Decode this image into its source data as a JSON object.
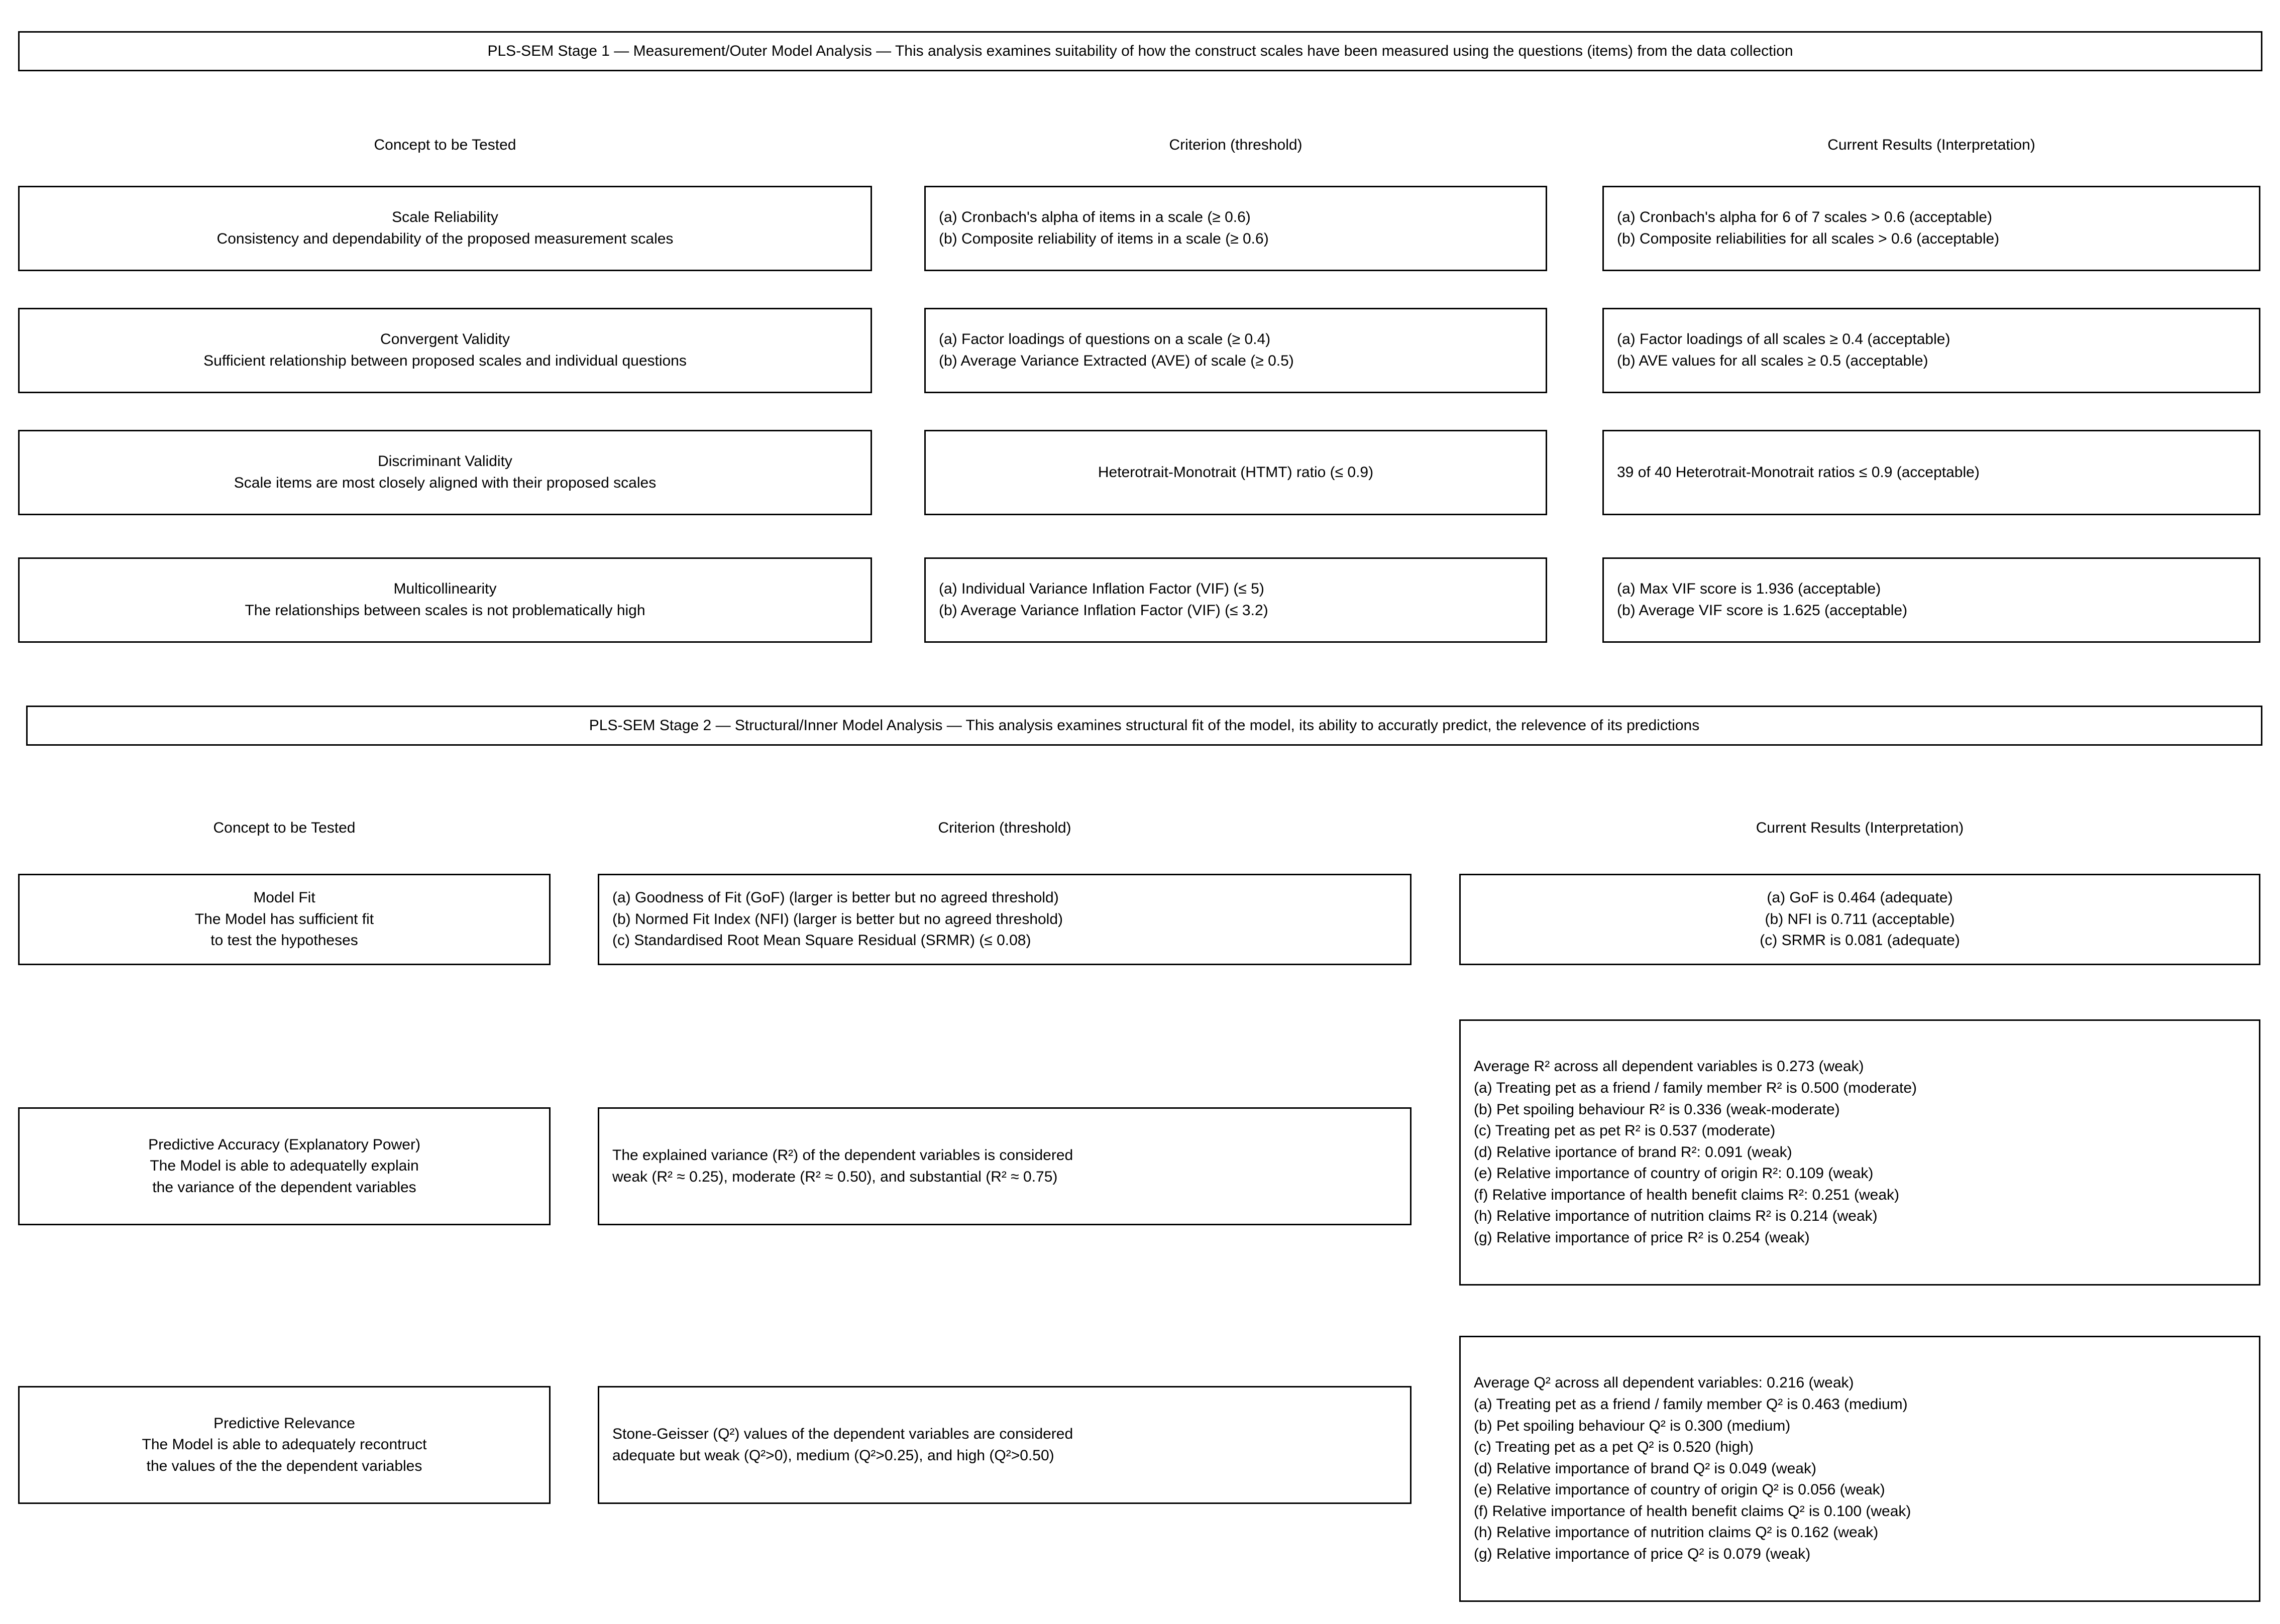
{
  "stage1": {
    "banner": "PLS-SEM Stage 1 — Measurement/Outer Model Analysis — This analysis examines suitability of how the construct scales have been measured using the questions (items) from the data collection",
    "headers": {
      "concept": "Concept to be Tested",
      "criterion": "Criterion (threshold)",
      "results": "Current Results (Interpretation)"
    },
    "rows": [
      {
        "concept": [
          "Scale Reliability",
          "Consistency and dependability of the proposed measurement scales"
        ],
        "criterion": [
          "(a) Cronbach's alpha of items in a scale (≥ 0.6)",
          "(b) Composite reliability of items in a scale (≥ 0.6)"
        ],
        "results": [
          "(a) Cronbach's alpha for 6 of 7 scales > 0.6 (acceptable)",
          "(b) Composite reliabilities for all scales > 0.6 (acceptable)"
        ]
      },
      {
        "concept": [
          "Convergent Validity",
          "Sufficient relationship between proposed scales and individual questions"
        ],
        "criterion": [
          "(a) Factor loadings of questions on a scale (≥ 0.4)",
          "(b) Average Variance Extracted (AVE) of scale (≥ 0.5)"
        ],
        "results": [
          "(a) Factor loadings of all scales ≥ 0.4 (acceptable)",
          "(b) AVE values for all scales ≥ 0.5 (acceptable)"
        ]
      },
      {
        "concept": [
          "Discriminant Validity",
          "Scale items are most closely aligned with their proposed scales"
        ],
        "criterion": [
          "Heterotrait-Monotrait (HTMT) ratio (≤ 0.9)"
        ],
        "results": [
          "39 of 40 Heterotrait-Monotrait ratios ≤ 0.9 (acceptable)"
        ]
      },
      {
        "concept": [
          "Multicollinearity",
          "The relationships between scales is not problematically high"
        ],
        "criterion": [
          "(a) Individual Variance Inflation Factor (VIF) (≤ 5)",
          "(b) Average Variance Inflation Factor (VIF) (≤ 3.2)"
        ],
        "results": [
          "(a) Max VIF score is 1.936 (acceptable)",
          "(b) Average VIF score is 1.625 (acceptable)"
        ]
      }
    ]
  },
  "stage2": {
    "banner": "PLS-SEM Stage 2 — Structural/Inner Model Analysis — This analysis examines structural fit of the model, its ability to accuratly predict, the relevence of its predictions",
    "headers": {
      "concept": "Concept to be Tested",
      "criterion": "Criterion (threshold)",
      "results": "Current Results (Interpretation)"
    },
    "rows": [
      {
        "concept": [
          "Model Fit",
          "The Model has sufficient fit",
          "to test the hypotheses"
        ],
        "criterion": [
          "(a) Goodness of Fit (GoF) (larger is better but no agreed threshold)",
          "(b) Normed Fit Index (NFI) (larger is better but no agreed threshold)",
          "(c) Standardised Root Mean Square Residual (SRMR) (≤ 0.08)"
        ],
        "results": [
          "(a) GoF is 0.464 (adequate)",
          "(b) NFI is 0.711 (acceptable)",
          "(c) SRMR is 0.081 (adequate)"
        ]
      },
      {
        "concept": [
          "Predictive Accuracy (Explanatory Power)",
          "The Model is able to adequatelly explain",
          "the variance of the dependent variables"
        ],
        "criterion": [
          "The explained variance (R²) of the dependent variables is considered",
          "weak (R² ≈ 0.25), moderate (R² ≈ 0.50), and substantial (R² ≈ 0.75)"
        ],
        "results": [
          "Average R² across all dependent variables is 0.273 (weak)",
          "(a) Treating pet as a friend / family member R² is 0.500 (moderate)",
          "(b) Pet spoiling behaviour R² is 0.336 (weak-moderate)",
          "(c) Treating pet as pet R² is 0.537 (moderate)",
          "(d) Relative iportance of brand R²: 0.091 (weak)",
          "(e) Relative importance of country of origin R²: 0.109 (weak)",
          "(f) Relative importance of health benefit claims R²: 0.251 (weak)",
          "(h) Relative importance of nutrition claims R² is 0.214 (weak)",
          "(g) Relative importance of price R² is 0.254 (weak)"
        ]
      },
      {
        "concept": [
          "Predictive Relevance",
          "The Model is able to adequately recontruct",
          "the values of the the dependent variables"
        ],
        "criterion": [
          "Stone-Geisser (Q²) values of the dependent variables are considered",
          "adequate but weak (Q²>0), medium (Q²>0.25), and high (Q²>0.50)"
        ],
        "results": [
          "Average Q² across all dependent variables: 0.216 (weak)",
          "(a) Treating pet as a friend / family member Q² is 0.463 (medium)",
          "(b) Pet spoiling behaviour Q² is 0.300 (medium)",
          "(c) Treating pet as a pet Q² is 0.520 (high)",
          "(d) Relative importance of brand Q² is 0.049 (weak)",
          "(e) Relative importance of country of origin Q² is 0.056 (weak)",
          "(f) Relative importance of health benefit claims Q² is 0.100 (weak)",
          "(h) Relative importance of nutrition claims Q² is 0.162 (weak)",
          "(g) Relative importance of price Q² is 0.079 (weak)"
        ]
      }
    ]
  }
}
